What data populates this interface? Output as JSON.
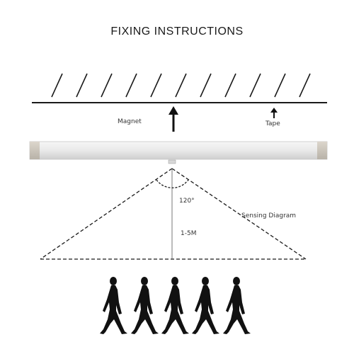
{
  "title": "FIXING INSTRUCTIONS",
  "labels": {
    "magnet": "Magnet",
    "tape": "Tape",
    "angle": "120°",
    "distance": "1-5M",
    "sensing": "Sensing Diagram"
  },
  "colors": {
    "ink": "#1a1a1a",
    "bar_body": "#e8e8e8",
    "bar_cap": "#c9c4ba",
    "figure": "#111111"
  },
  "icons": [
    "ceiling-hatch",
    "arrow-up-icon",
    "light-bar",
    "walking-person-icon"
  ]
}
